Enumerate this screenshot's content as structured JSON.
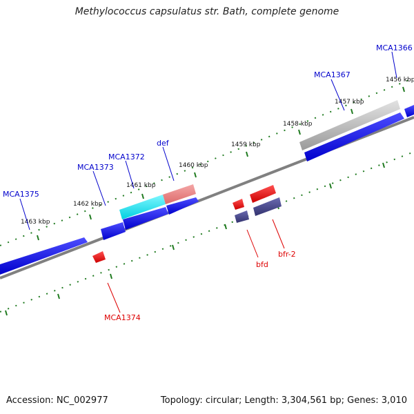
{
  "title": "Methylococcus capsulatus str. Bath, complete genome",
  "footer": {
    "accession": "Accession: NC_002977",
    "summary": "Topology: circular; Length: 3,304,561 bp; Genes: 3,010"
  },
  "ticks": [
    "1456 kbp",
    "1457 kbp",
    "1458 kbp",
    "1459 kbp",
    "1460 kbp",
    "1461 kbp",
    "1462 kbp",
    "1463 kbp"
  ],
  "genes_forward": [
    "MCA1366",
    "MCA1367",
    "def",
    "MCA1372",
    "MCA1373",
    "MCA1375"
  ],
  "genes_reverse": [
    "bfr-2",
    "bfd",
    "MCA1374"
  ],
  "colors": {
    "forward": "#0000ff",
    "reverse": "#ff0000",
    "cyan": "#00e5ee",
    "pink": "#ee8080",
    "purple": "#4a4a90",
    "grey": "#b0b0b0",
    "backbone": "#808080",
    "tick": "#1f7a1f"
  }
}
